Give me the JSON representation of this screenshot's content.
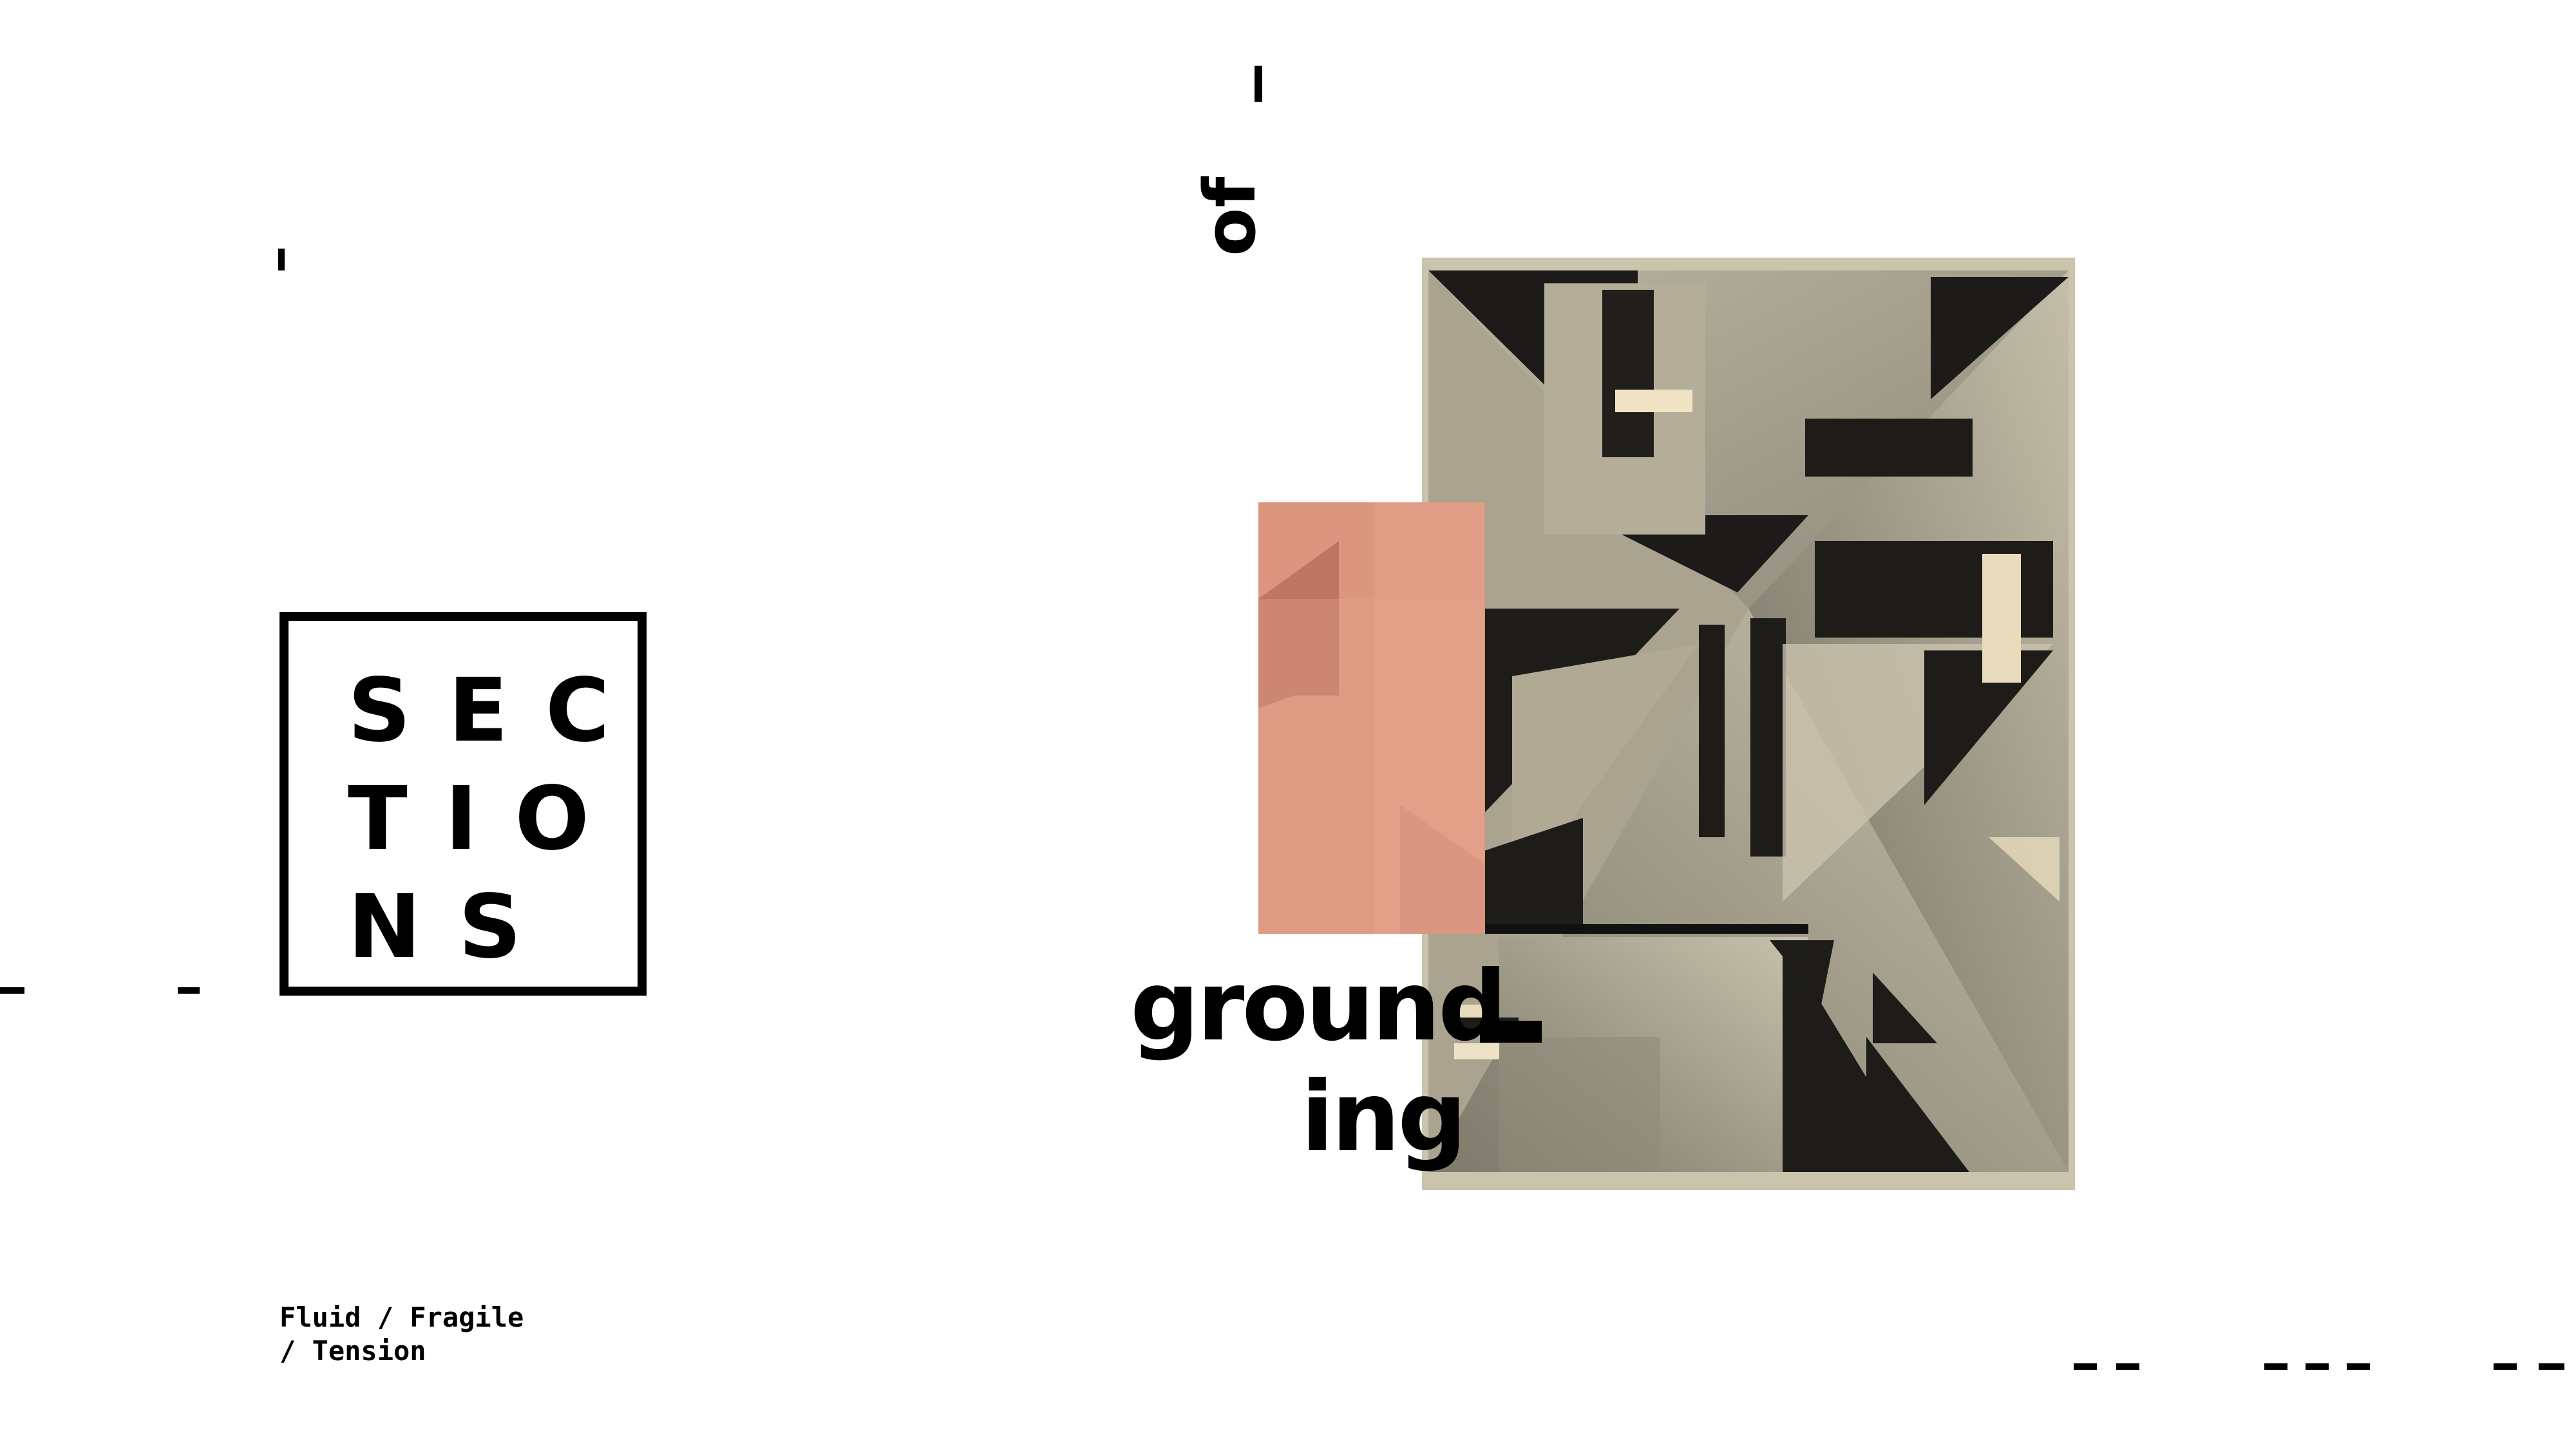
{
  "logo": {
    "lines": [
      "SEC",
      "TIO",
      "NS"
    ]
  },
  "caption": {
    "line1": "Fluid / Fragile",
    "line2": "/ Tension"
  },
  "title_words": {
    "of": "of",
    "grounding": "ground",
    "ing": "ing"
  },
  "colors": {
    "artwork_paper": "#cbc4ad",
    "accent_pink": "#dc957e",
    "ink": "#000000"
  }
}
